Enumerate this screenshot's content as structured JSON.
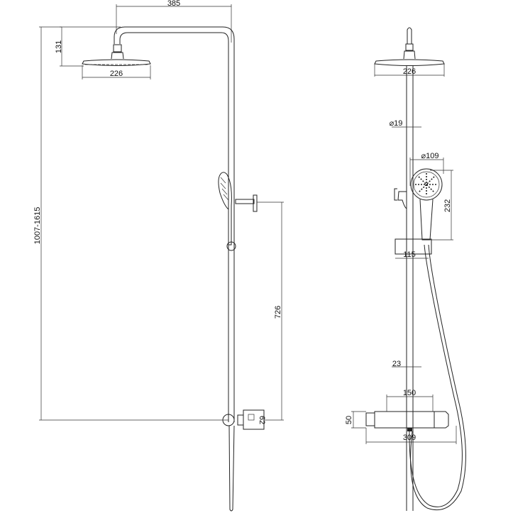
{
  "side_view": {
    "dimensions": {
      "arm_reach": "385",
      "head_height": "131",
      "head_diameter": "226",
      "total_height": "1007-1615",
      "bracket_height": "726",
      "valve_depth": "62"
    }
  },
  "front_view": {
    "dimensions": {
      "head_diameter": "226",
      "rail_diameter": "⌀19",
      "hand_shower_diameter": "⌀109",
      "hand_shower_length": "232",
      "slider_width": "115",
      "pipe_diameter": "23",
      "connection_spacing": "150",
      "valve_height": "50",
      "valve_width": "309"
    }
  },
  "colors": {
    "line": "#222222",
    "background": "#ffffff"
  }
}
